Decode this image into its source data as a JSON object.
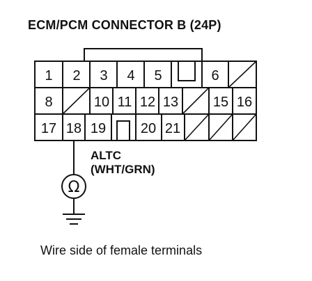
{
  "title": "ECM/PCM CONNECTOR B (24P)",
  "wire": {
    "terminal": "ALTC",
    "color_code": "(WHT/GRN)"
  },
  "meter_symbol": "Ω",
  "caption": "Wire side of female terminals",
  "connector": {
    "rows": [
      [
        "1",
        "2",
        "3",
        "4",
        "5",
        "gap",
        "6",
        "empty"
      ],
      [
        "8",
        "empty",
        "10",
        "11",
        "12",
        "13",
        "empty",
        "15",
        "16"
      ],
      [
        "17",
        "18",
        "19",
        "gap",
        "20",
        "21",
        "empty",
        "empty",
        "empty"
      ]
    ]
  },
  "colors": {
    "ink": "#111111",
    "background": "#ffffff"
  }
}
